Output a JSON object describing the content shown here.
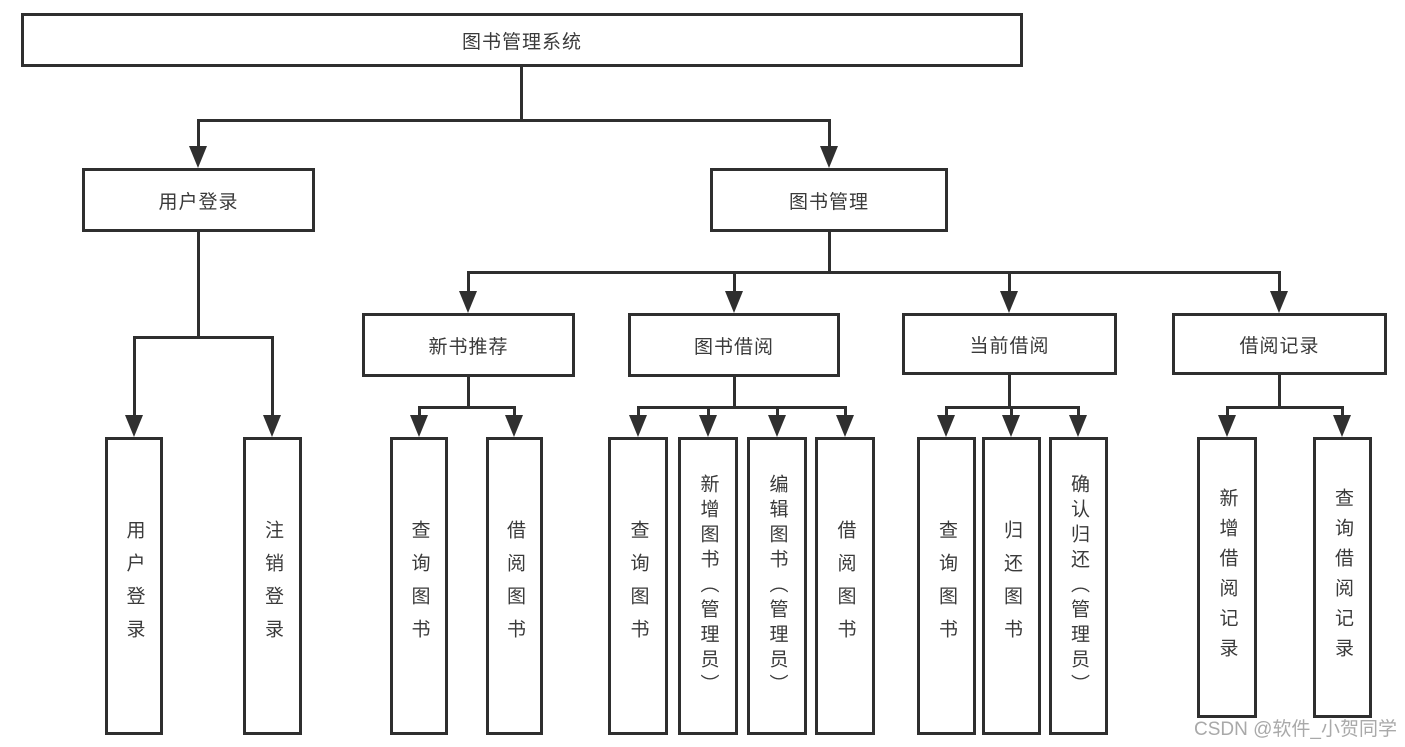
{
  "colors": {
    "line": "#2f2f2f",
    "box_border": "#2f2f2f",
    "box_fill": "#ffffff",
    "text": "#3a3a3a",
    "watermark": "#a9a9a9",
    "background": "#ffffff"
  },
  "watermark": {
    "text": "CSDN @软件_小贺同学"
  },
  "tree": {
    "label": "图书管理系统",
    "children": [
      {
        "label": "用户登录",
        "children": [
          {
            "label": "用户登录"
          },
          {
            "label": "注销登录"
          }
        ]
      },
      {
        "label": "图书管理",
        "children": [
          {
            "label": "新书推荐",
            "children": [
              {
                "label": "查询图书"
              },
              {
                "label": "借阅图书"
              }
            ]
          },
          {
            "label": "图书借阅",
            "children": [
              {
                "label": "查询图书"
              },
              {
                "label": "新增图书（管理员）"
              },
              {
                "label": "编辑图书（管理员）"
              },
              {
                "label": "借阅图书"
              }
            ]
          },
          {
            "label": "当前借阅",
            "children": [
              {
                "label": "查询图书"
              },
              {
                "label": "归还图书"
              },
              {
                "label": "确认归还（管理员）"
              }
            ]
          },
          {
            "label": "借阅记录",
            "children": [
              {
                "label": "新增借阅记录"
              },
              {
                "label": "查询借阅记录"
              }
            ]
          }
        ]
      }
    ]
  }
}
